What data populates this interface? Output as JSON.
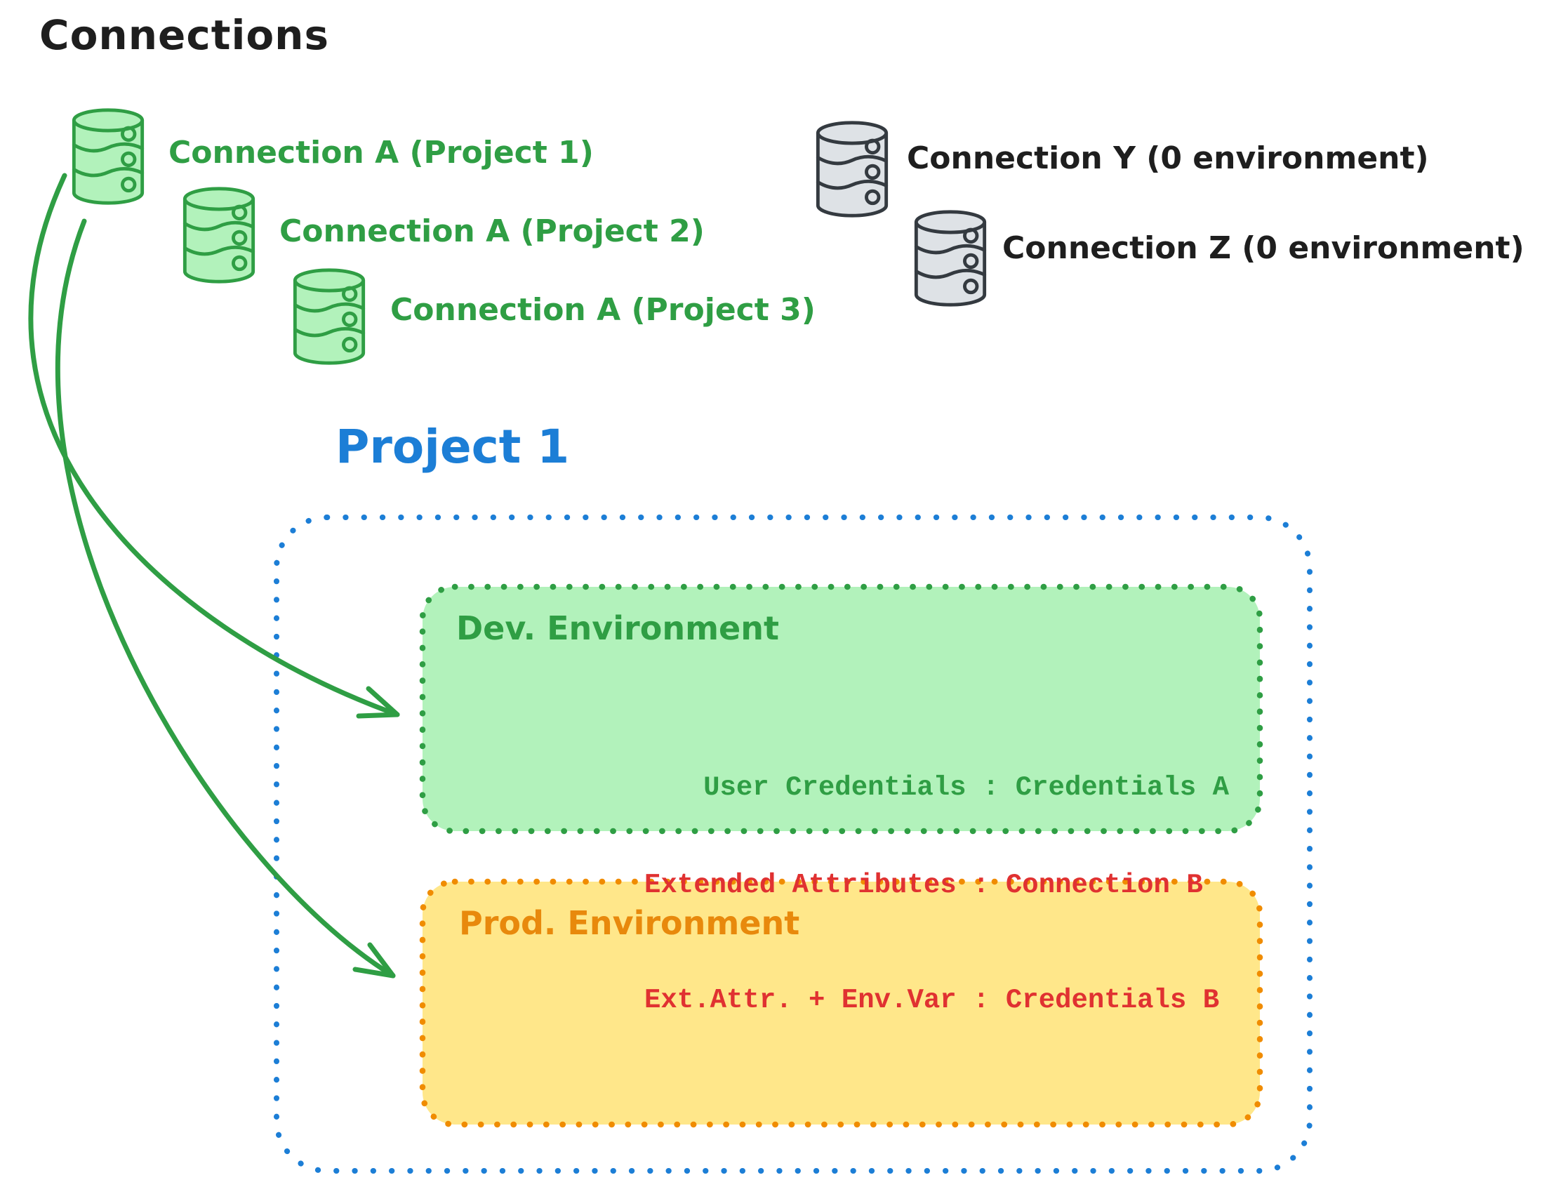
{
  "title": "Connections",
  "connections": {
    "project_a": [
      {
        "label": "Connection A (Project 1)"
      },
      {
        "label": "Connection A (Project 2)"
      },
      {
        "label": "Connection A (Project 3)"
      }
    ],
    "unassigned": [
      {
        "label": "Connection Y (0 environment)"
      },
      {
        "label": "Connection Z (0 environment)"
      }
    ]
  },
  "project": {
    "title": "Project 1",
    "environments": {
      "dev": {
        "title": "Dev. Environment",
        "mappings": [
          "User Credentials : Credentials A"
        ]
      },
      "prod": {
        "title": "Prod. Environment",
        "mappings": [
          "Extended Attributes : Connection B",
          "Ext.Attr. + Env.Var : Credentials B"
        ]
      }
    }
  },
  "icons": {
    "green_database": "database-cylinder-icon",
    "gray_database": "database-cylinder-icon",
    "arrow": "curved-arrow"
  },
  "colors": {
    "green_stroke": "#2f9e44",
    "green_fill": "#b2f2bb",
    "gray_stroke": "#343a40",
    "gray_fill": "#dee2e6",
    "blue": "#1c7ed6",
    "orange_stroke": "#f08c00",
    "orange_title": "#e8890c",
    "yellow_fill": "#ffe78a",
    "red_text": "#e03131",
    "black_text": "#1e1e1e"
  }
}
